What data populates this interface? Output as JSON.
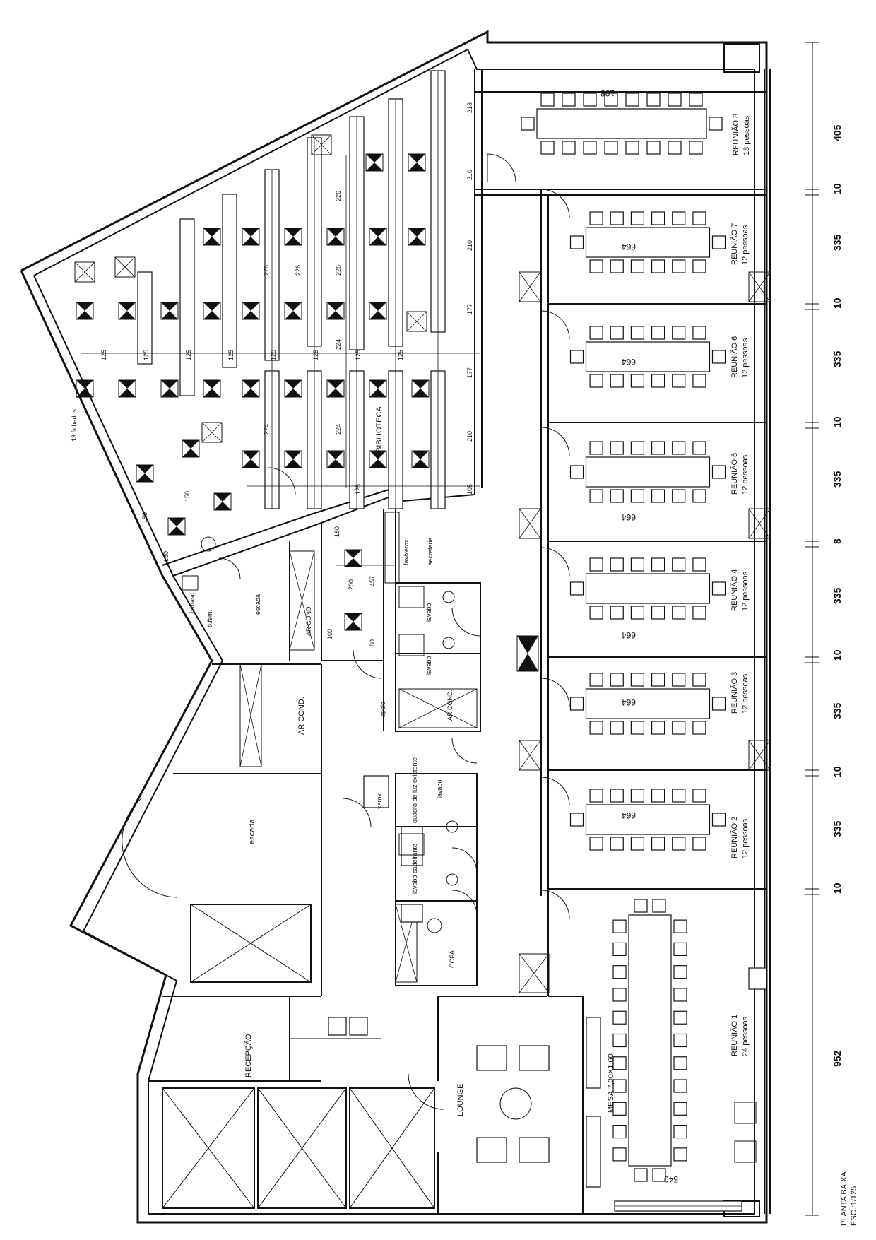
{
  "rooms": {
    "reuniao8": {
      "name": "REUNIÃO 8",
      "capacity": "18 pessoas",
      "dim": "198"
    },
    "reuniao7": {
      "name": "REUNIÃO 7",
      "capacity": "12 pessoas",
      "dim": "664"
    },
    "reuniao6": {
      "name": "REUNIÃO 6",
      "capacity": "12 pessoas",
      "dim": "664"
    },
    "reuniao5": {
      "name": "REUNIÃO 5",
      "capacity": "12 pessoas",
      "dim": "664"
    },
    "reuniao4": {
      "name": "REUNIÃO 4",
      "capacity": "12 pessoas",
      "dim": "664"
    },
    "reuniao3": {
      "name": "REUNIÃO 3",
      "capacity": "12 pessoas",
      "dim": "664"
    },
    "reuniao2": {
      "name": "REUNIÃO 2",
      "capacity": "12 pessoas",
      "dim": "664"
    },
    "reuniao1": {
      "name": "REUNIÃO 1",
      "capacity": "24 pessoas",
      "dim": "540",
      "table": "MESA 7,00X1,60"
    }
  },
  "labels": {
    "biblioteca": "BIBLIOTECA",
    "fichados": "13 fichados",
    "fax": "fax/xerox",
    "secretaria": "secretaria",
    "lavabo1": "lavabo",
    "lavabo2": "lavabo",
    "lavabo3": "lavabo",
    "arcond1": "AR COND.",
    "arcond2": "AR COND.",
    "arcond3": "AR COND.",
    "apoio": "apoio",
    "bmasc": "b.masc",
    "bfem": "b.fem.",
    "escada1": "escada",
    "escada2": "escada",
    "xerox": "xerox",
    "quadro": "quadro de luz existente",
    "lavabo_cad": "lavabo cadeirante",
    "copa": "COPA",
    "recepcao": "RECEPÇÃO",
    "lounge": "LOUNGE",
    "title": "PLANTA BAIXA",
    "scale": "ESC.:1/125"
  },
  "dims_right": [
    "405",
    "10",
    "335",
    "10",
    "335",
    "10",
    "335",
    "8",
    "335",
    "10",
    "335",
    "10",
    "335",
    "10",
    "952"
  ],
  "library_dims": [
    "218",
    "210",
    "210",
    "177",
    "177",
    "210",
    "105",
    "125",
    "125",
    "125",
    "125",
    "125",
    "125",
    "125",
    "125",
    "125",
    "226",
    "226",
    "226",
    "224",
    "224",
    "224",
    "226",
    "150",
    "180",
    "180",
    "457",
    "200",
    "100",
    "180",
    "80"
  ]
}
